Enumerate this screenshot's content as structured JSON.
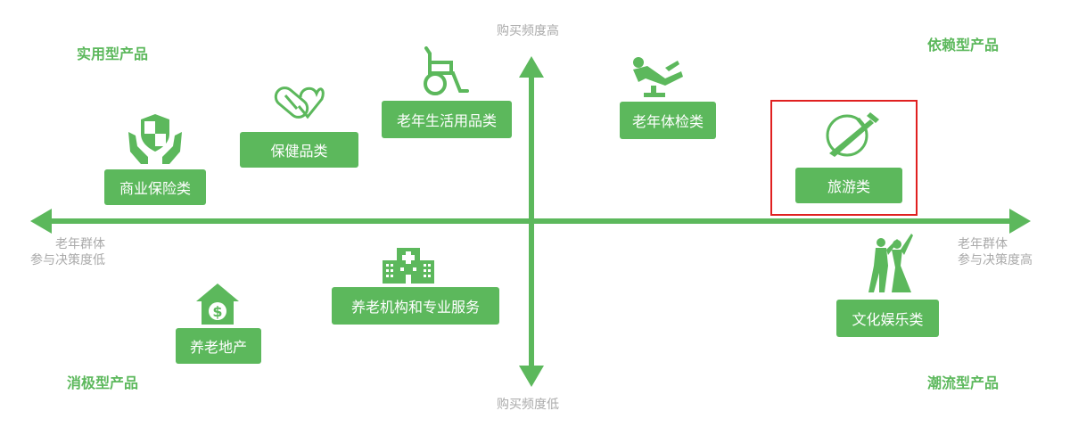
{
  "colors": {
    "accent": "#5cb85c",
    "axis_label": "#aaaaaa",
    "highlight": "#e02020"
  },
  "quadrants": {
    "top_left": "实用型产品",
    "top_right": "依赖型产品",
    "bottom_left": "消极型产品",
    "bottom_right": "潮流型产品"
  },
  "axes": {
    "y_top": "购买频度高",
    "y_bottom": "购买频度低",
    "x_left_line1": "老年群体",
    "x_left_line2": "参与决策度低",
    "x_right_line1": "老年群体",
    "x_right_line2": "参与决策度高"
  },
  "categories": {
    "insurance": {
      "label": "商业保险类",
      "icon": "shield-hands-icon"
    },
    "health": {
      "label": "保健品类",
      "icon": "pill-heart-icon"
    },
    "living": {
      "label": "老年生活用品类",
      "icon": "wheelchair-icon"
    },
    "checkup": {
      "label": "老年体检类",
      "icon": "dental-chair-icon"
    },
    "travel": {
      "label": "旅游类",
      "icon": "plane-globe-icon",
      "highlighted": true
    },
    "realestate": {
      "label": "养老地产",
      "icon": "house-dollar-icon"
    },
    "institution": {
      "label": "养老机构和专业服务",
      "icon": "hospital-icon"
    },
    "entertainment": {
      "label": "文化娱乐类",
      "icon": "dancing-couple-icon"
    }
  }
}
